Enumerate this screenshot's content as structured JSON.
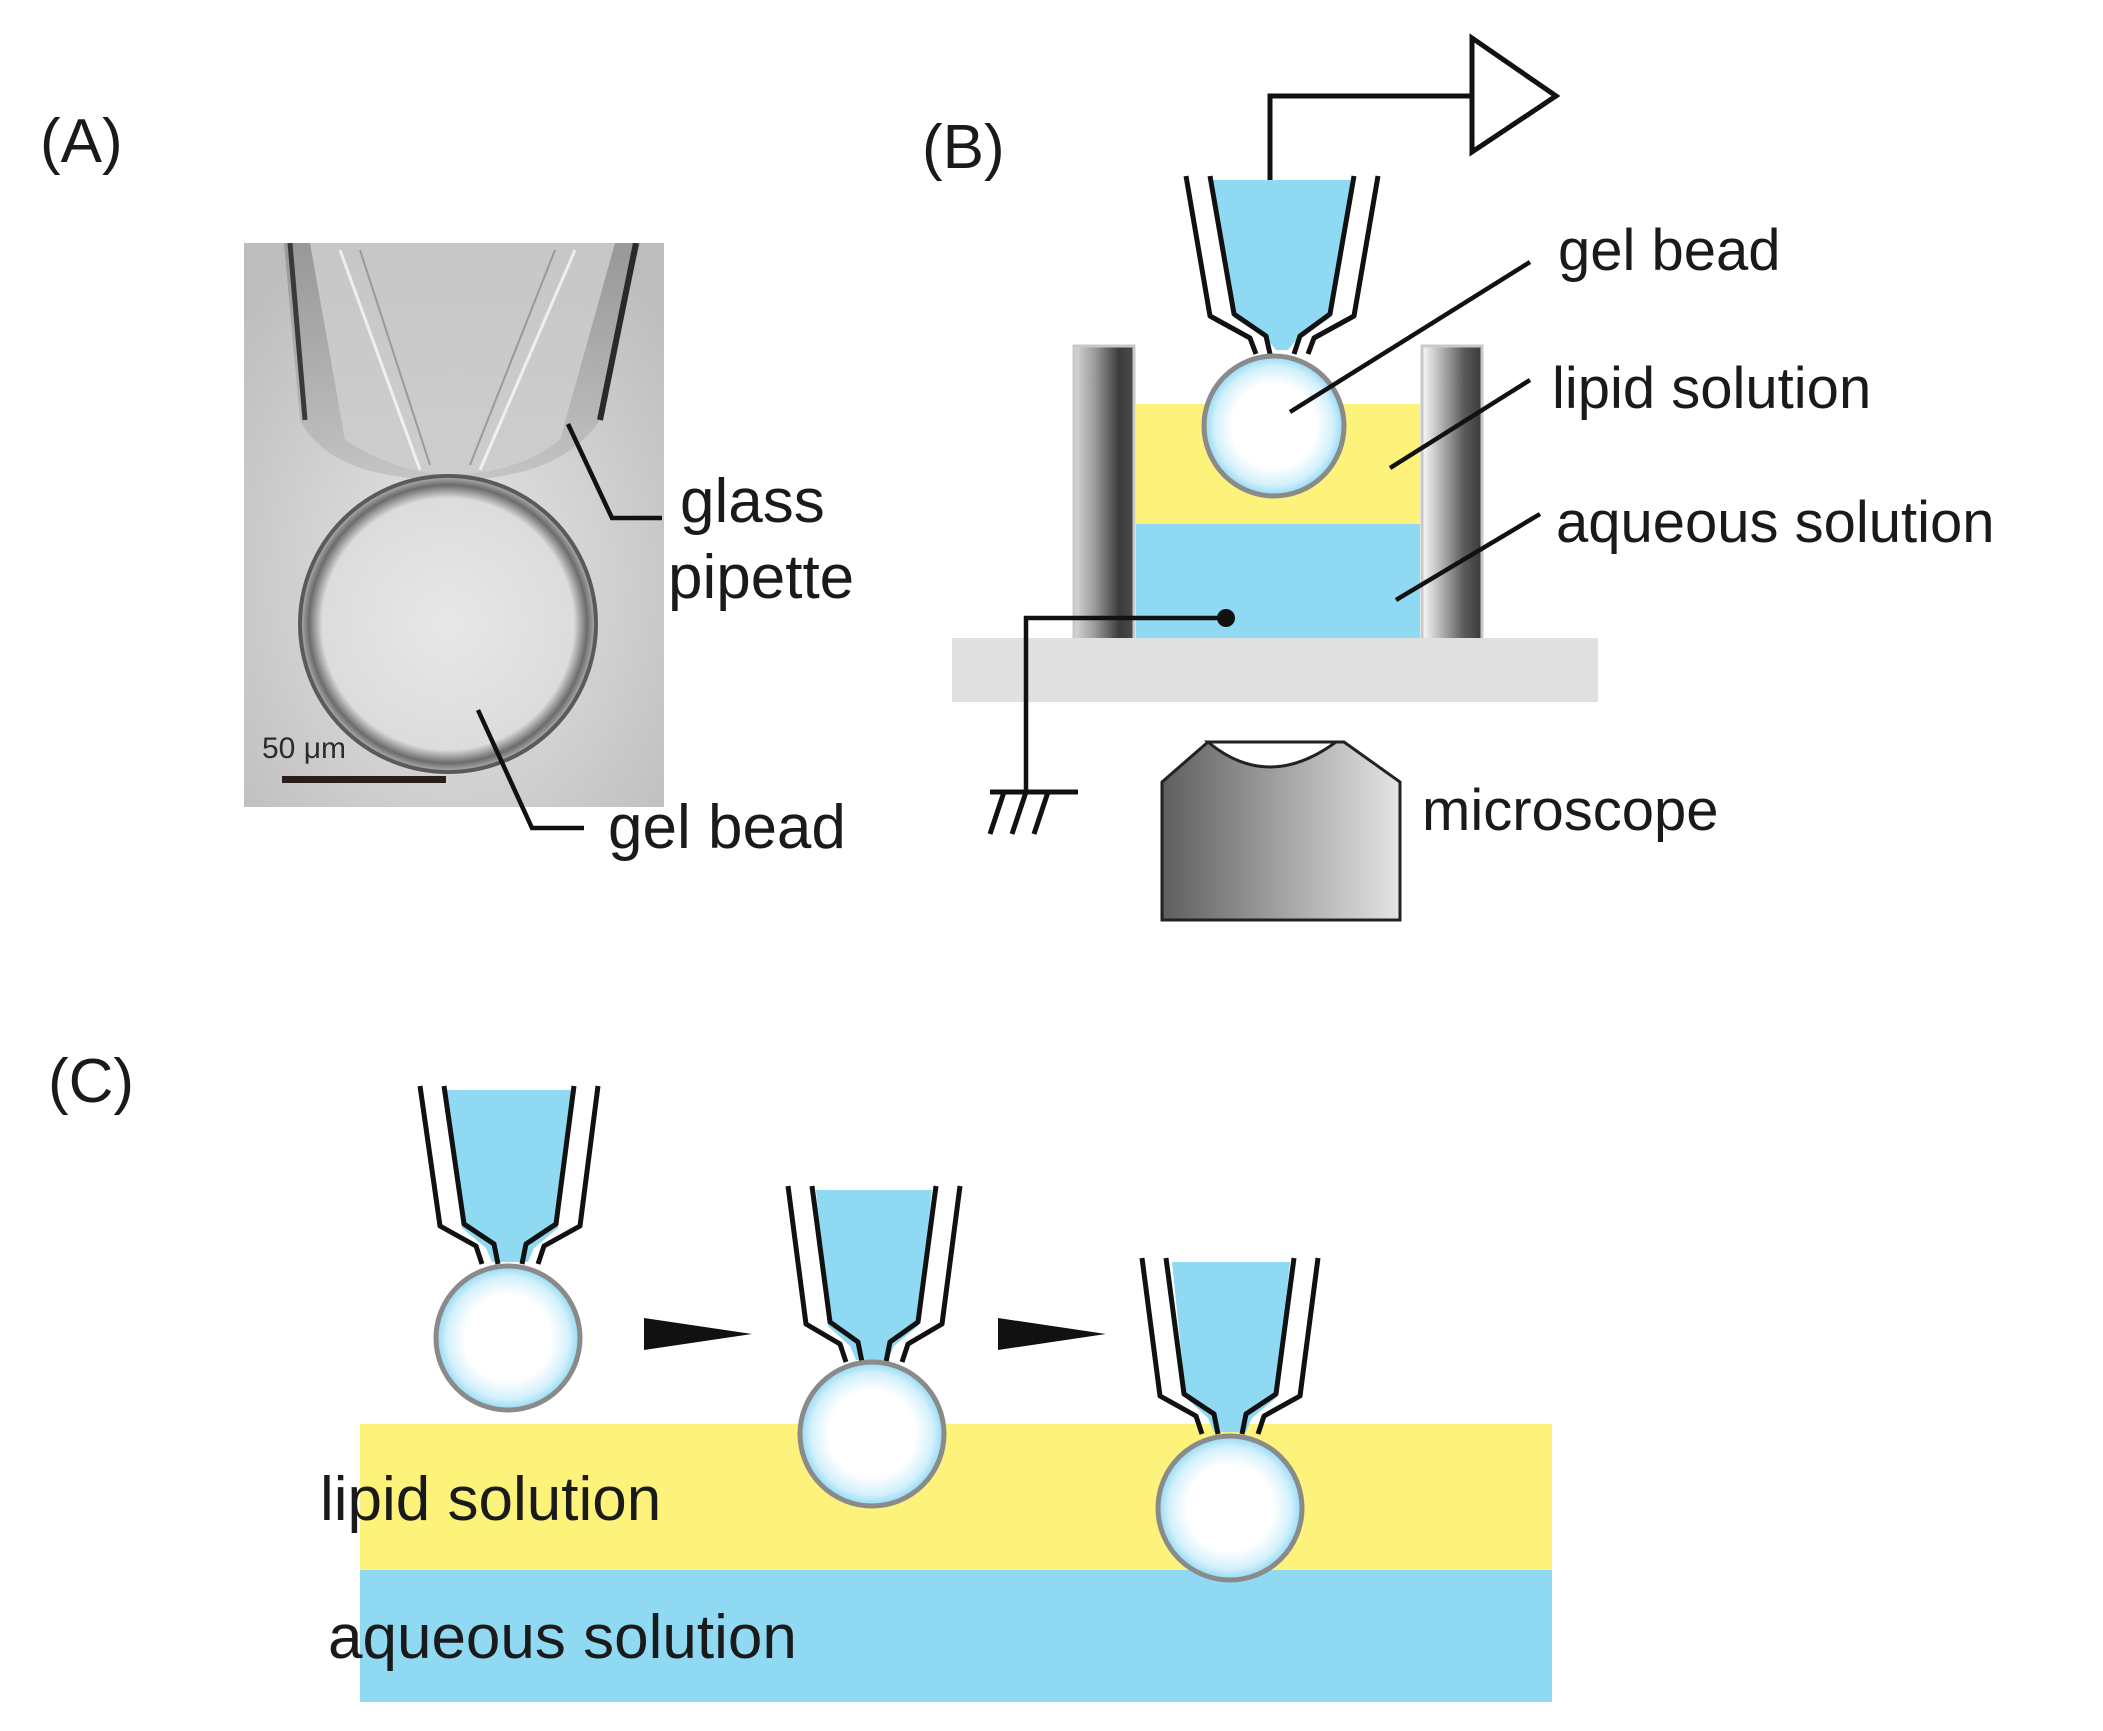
{
  "panels": {
    "a": {
      "label": "(A)"
    },
    "b": {
      "label": "(B)"
    },
    "c": {
      "label": "(C)"
    }
  },
  "panel_a": {
    "scale_bar": "50 μm",
    "labels": {
      "glass": "glass",
      "pipette": "pipette",
      "gel_bead": "gel bead"
    }
  },
  "panel_b": {
    "labels": {
      "gel_bead": "gel bead",
      "lipid_solution": "lipid solution",
      "aqueous_solution": "aqueous solution",
      "microscope": "microscope"
    }
  },
  "panel_c": {
    "labels": {
      "lipid_solution": "lipid solution",
      "aqueous_solution": "aqueous solution"
    }
  },
  "colors": {
    "aqueous": "#8fd9f3",
    "lipid": "#fdf27a",
    "stage": "#e0e0e0",
    "bead_rim": "#8a8a8a"
  },
  "icons": [
    "arrow-right-icon",
    "ground-icon",
    "electrode-icon",
    "step-arrow-icon"
  ]
}
